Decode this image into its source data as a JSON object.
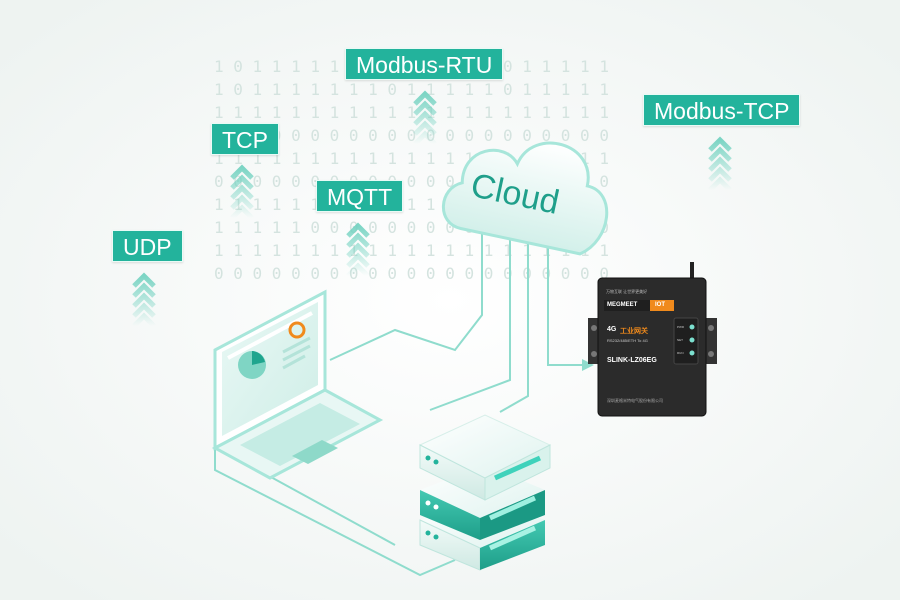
{
  "protocols": {
    "udp": "UDP",
    "tcp": "TCP",
    "mqtt": "MQTT",
    "modbus_rtu": "Modbus-RTU",
    "modbus_tcp": "Modbus-TCP"
  },
  "cloud": {
    "label": "Cloud"
  },
  "binary_rows": [
    "1 0 1 1 1 1 1 1 1 1 1 1 0 1 1 0 1 1 1 1 1",
    "1 0 1 1 1 1 1 1 1 0 1 1 1 1 1 0 1 1 1 1 1",
    "1 1 1 1 1 1 1 1 1 1 1 1 1 1 1 1 1 1 1 1 1",
    "0 0 0 0 0 0 0 0 0 0 0 0 0 0 0 0 0 0 0 0 0",
    "1 1 1 1 1 1 1 1 1 1 1 1 1 1 1 1 1 1 1 1 1",
    "0 0 0 0 0 0 0 0 0 0 0 0 0 0 0 0 0 0 0 0 0",
    "1 1 1 1 1 1 1 1 1 1 1 1 1 1 1 1 1 1 1 1 1",
    "1 1 1 1 1 0 0 0 0 0 0 0 0 0 0 0 0 0 0 0 0",
    "1 1 1 1 1 1 1 1 1 1 1 1 1 1 1 1 1 1 1 1 1",
    "0 0 0 0 0 0 0 0 0 0 0 0 0 0 0 0 0 0 0 0 0"
  ],
  "gateway": {
    "top_line": "万物互联 让世界更美好",
    "brand": "MEGMEET",
    "brand_suffix": "IOT",
    "title_prefix": "4G",
    "title_cn": "工业网关",
    "spec": "RS232/485/ETH To 4G",
    "model": "SLINK-LZ06EG",
    "company": "深圳麦格米特电气股份有限公司",
    "leds": [
      "PWR",
      "NET",
      "RUN"
    ]
  },
  "colors": {
    "accent": "#23b39c",
    "accent_light": "#a7e6da",
    "line": "#8fdccd",
    "gateway_body": "#2b2b2b",
    "brand_orange": "#f08a1c"
  },
  "icons": {
    "cloud": "cloud-icon",
    "laptop": "laptop-icon",
    "server": "server-stack-icon",
    "gateway": "4g-gateway-device",
    "arrows": "chevron-up-stack-icon"
  }
}
